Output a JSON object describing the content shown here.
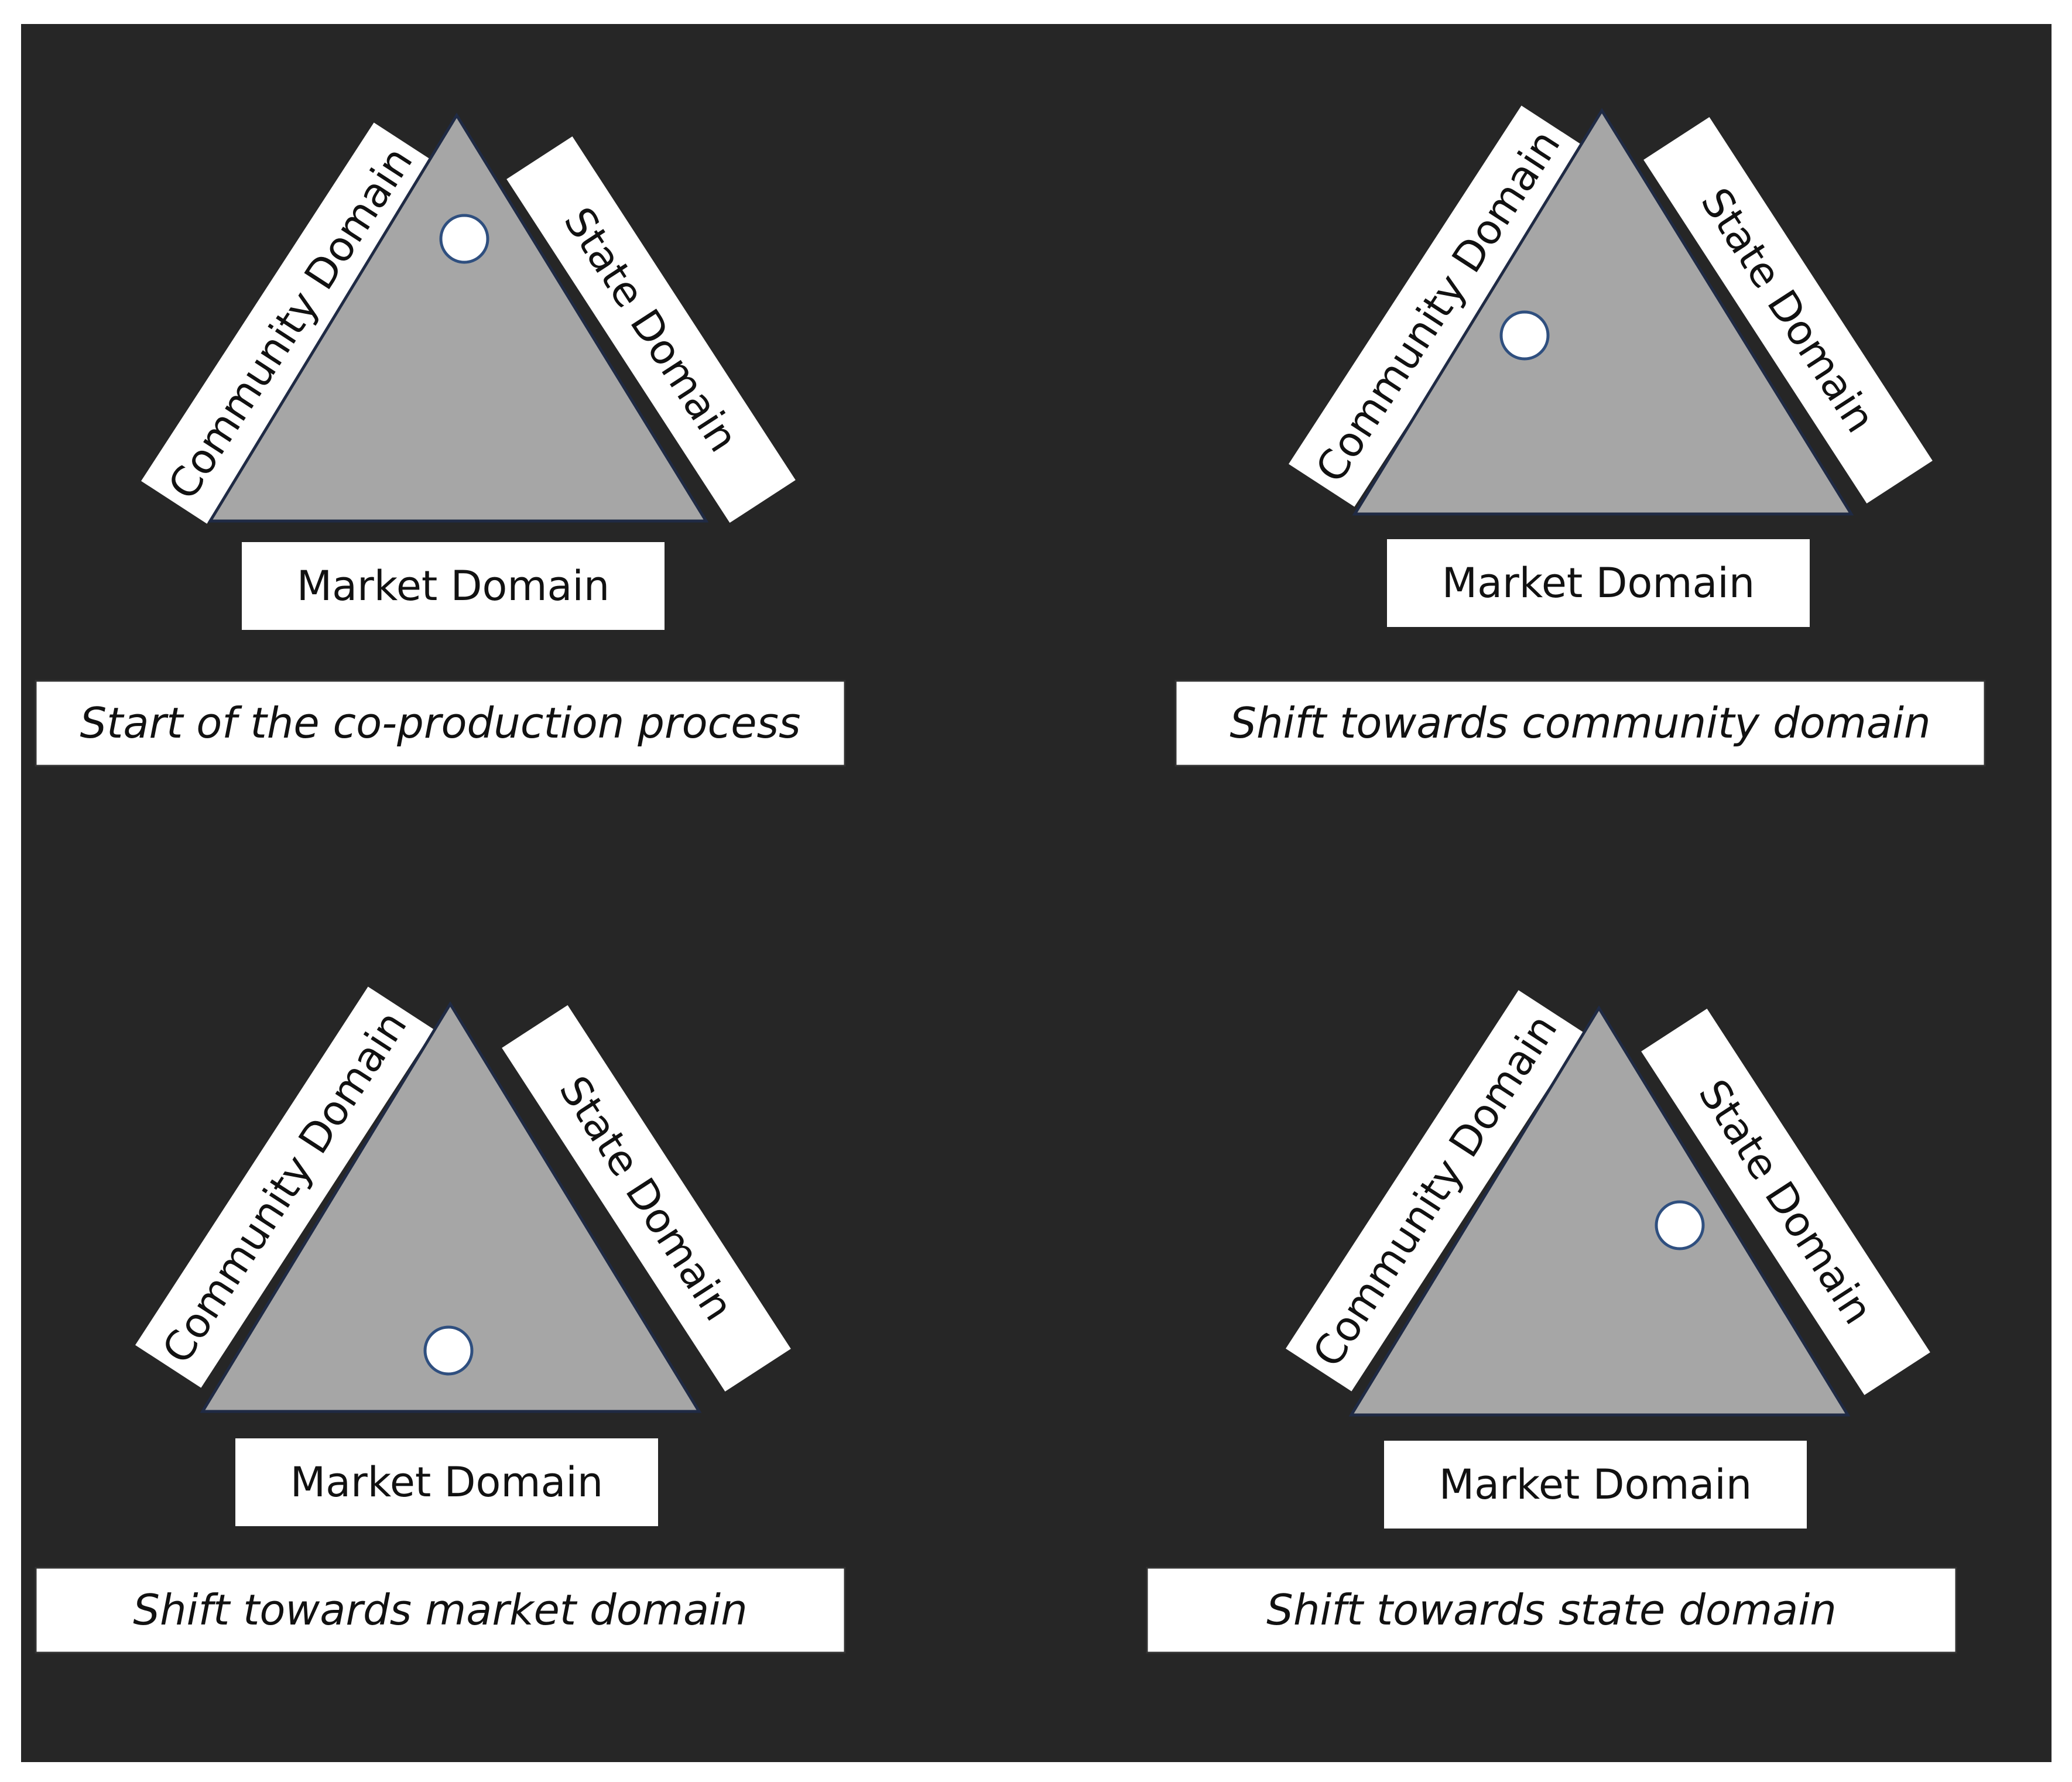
{
  "panels": [
    {
      "community_label": "Community Domain",
      "state_label": "State Domain",
      "market_label": "Market Domain",
      "caption": "Start of the co-production process"
    },
    {
      "community_label": "Community Domain",
      "state_label": "State Domain",
      "market_label": "Market Domain",
      "caption": "Shift towards community domain"
    },
    {
      "community_label": "Community Domain",
      "state_label": "State Domain",
      "market_label": "Market Domain",
      "caption": "Shift towards market domain"
    },
    {
      "community_label": "Community Domain",
      "state_label": "State Domain",
      "market_label": "Market Domain",
      "caption": "Shift towards state domain"
    }
  ],
  "colors": {
    "background": "#262626",
    "triangle_fill": "#a6a6a6",
    "triangle_stroke": "#1f2a44",
    "box_fill": "#ffffff",
    "marker_fill": "#ffffff",
    "marker_stroke": "#2f4f7f"
  }
}
